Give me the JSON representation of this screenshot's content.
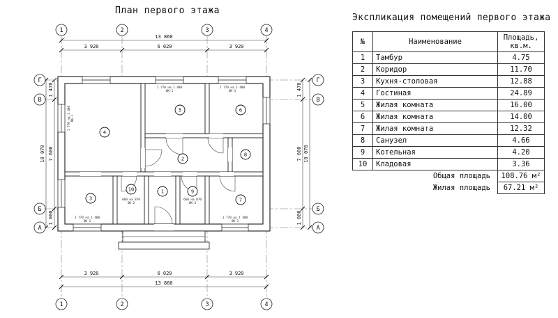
{
  "plan": {
    "title": "План первого этажа",
    "axes_v": [
      "1",
      "2",
      "3",
      "4"
    ],
    "axes_h": [
      "Г",
      "В",
      "Б",
      "А"
    ],
    "dims": {
      "total_h": "13 860",
      "seg_left": "3 920",
      "seg_mid": "6 020",
      "seg_right": "3 920",
      "total_v": "10 070",
      "v_top": "1 470",
      "v_mid": "7 600",
      "v_bottom": "1 000"
    },
    "rooms": [
      "4",
      "5",
      "6",
      "2",
      "8",
      "3",
      "10",
      "1",
      "9",
      "7"
    ],
    "labels": {
      "win1": "1 770 на 1 480",
      "mark1": "ОК-1",
      "win2": "660 на 870",
      "mark2": "ОК-2"
    }
  },
  "table": {
    "title": "Экспликация помещений первого этажа",
    "col_num": "№",
    "col_name": "Наименование",
    "col_area1": "Площадь,",
    "col_area2": "кв.м.",
    "rows": [
      {
        "num": "1",
        "name": "Тамбур",
        "area": "4.75"
      },
      {
        "num": "2",
        "name": "Коридор",
        "area": "11.70"
      },
      {
        "num": "3",
        "name": "Кухня-столовая",
        "area": "12.88"
      },
      {
        "num": "4",
        "name": "Гостиная",
        "area": "24.89"
      },
      {
        "num": "5",
        "name": "Жилая комната",
        "area": "16.00"
      },
      {
        "num": "6",
        "name": "Жилая комната",
        "area": "14.00"
      },
      {
        "num": "7",
        "name": "Жилая комната",
        "area": "12.32"
      },
      {
        "num": "8",
        "name": "Санузел",
        "area": "4.66"
      },
      {
        "num": "9",
        "name": "Котельная",
        "area": "4.20"
      },
      {
        "num": "10",
        "name": "Кладовая",
        "area": "3.36"
      }
    ],
    "totals": [
      {
        "label": "Общая площадь",
        "value": "108.76 м²"
      },
      {
        "label": "Жилая площадь",
        "value": "67.21 м²"
      }
    ]
  }
}
